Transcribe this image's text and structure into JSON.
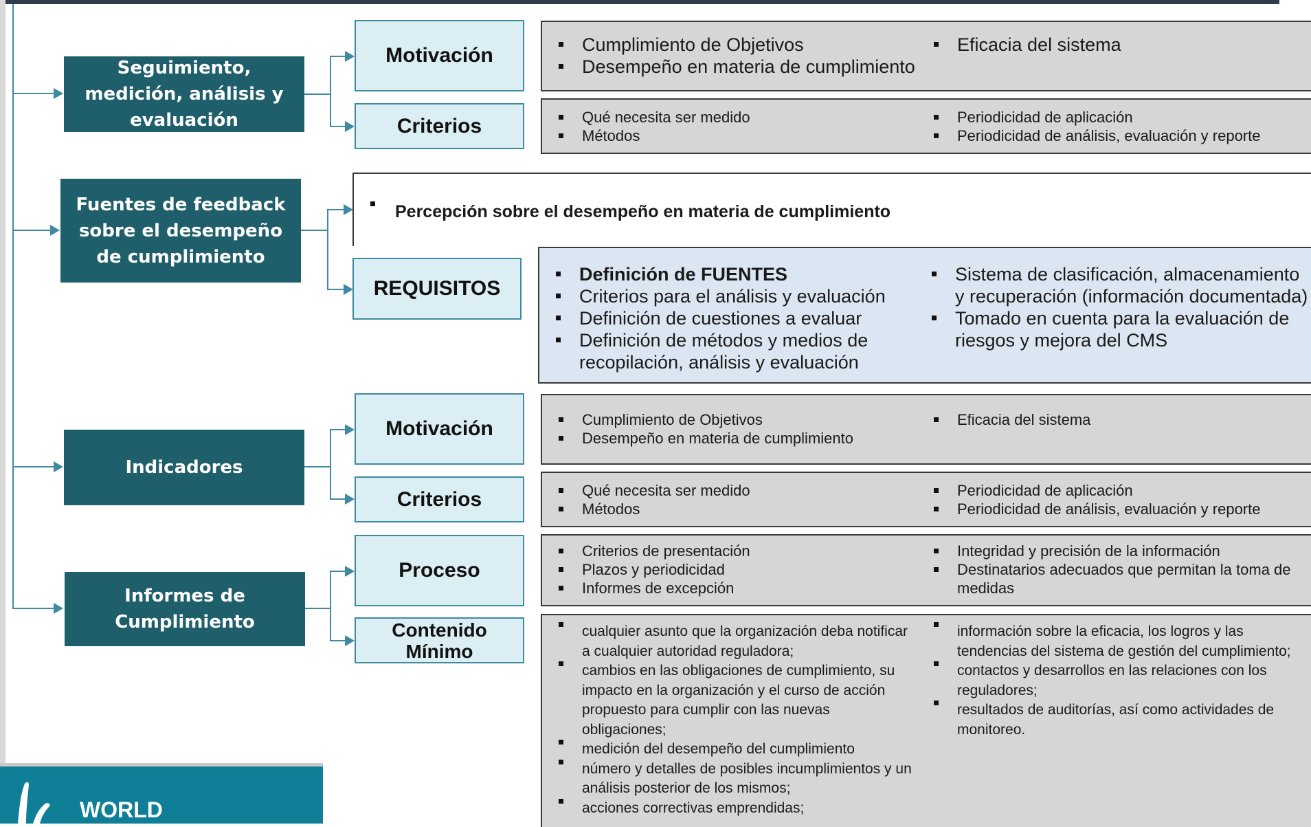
{
  "sections": {
    "seguimiento": {
      "title": "Seguimiento, medición, análisis y evaluación",
      "motivacion": {
        "label": "Motivación",
        "left": [
          "Cumplimiento de Objetivos",
          "Desempeño en materia de cumplimiento"
        ],
        "right": [
          "Eficacia del sistema"
        ]
      },
      "criterios": {
        "label": "Criterios",
        "left": [
          "Qué necesita ser medido",
          "Métodos"
        ],
        "right": [
          "Periodicidad de aplicación",
          "Periodicidad de análisis, evaluación y reporte"
        ]
      }
    },
    "fuentes": {
      "title": "Fuentes de feedback sobre el desempeño de cumplimiento",
      "percepcion": "Percepción sobre el desempeño en materia de cumplimiento",
      "requisitos": {
        "label": "REQUISITOS",
        "left": [
          "Definición de FUENTES",
          "Criterios para el análisis y evaluación",
          "Definición de cuestiones a evaluar",
          "Definición de métodos y medios de recopilación, análisis y evaluación"
        ],
        "right": [
          "Sistema de clasificación, almacenamiento y recuperación (información documentada)",
          "Tomado en cuenta para la evaluación de riesgos y mejora del CMS"
        ]
      }
    },
    "indicadores": {
      "title": "Indicadores",
      "motivacion": {
        "label": "Motivación",
        "left": [
          "Cumplimiento de Objetivos",
          "Desempeño en materia de cumplimiento"
        ],
        "right": [
          "Eficacia del sistema"
        ]
      },
      "criterios": {
        "label": "Criterios",
        "left": [
          "Qué necesita ser medido",
          "Métodos"
        ],
        "right": [
          "Periodicidad de aplicación",
          "Periodicidad de análisis, evaluación y reporte"
        ]
      }
    },
    "informes": {
      "title": "Informes de Cumplimiento",
      "proceso": {
        "label": "Proceso",
        "left": [
          "Criterios de presentación",
          "Plazos y periodicidad",
          "Informes de excepción"
        ],
        "right": [
          "Integridad y precisión de la información",
          "Destinatarios adecuados que permitan la toma de medidas"
        ]
      },
      "contenido": {
        "label": "Contenido Mínimo",
        "left": [
          "cualquier asunto que la organización deba notificar a cualquier autoridad reguladora;",
          "cambios en las obligaciones de cumplimiento, su impacto en la organización y el curso de acción propuesto para cumplir con las nuevas obligaciones;",
          "medición del desempeño del cumplimiento",
          "número y detalles de posibles incumplimientos y un análisis posterior de los mismos;",
          "acciones correctivas emprendidas;"
        ],
        "right": [
          "información sobre la eficacia, los logros y las tendencias del sistema de gestión del cumplimiento;",
          "contactos y desarrollos en las relaciones con los reguladores;",
          "resultados de auditorías, así como actividades de monitoreo."
        ]
      }
    }
  },
  "logo": {
    "text": "WORLD"
  }
}
